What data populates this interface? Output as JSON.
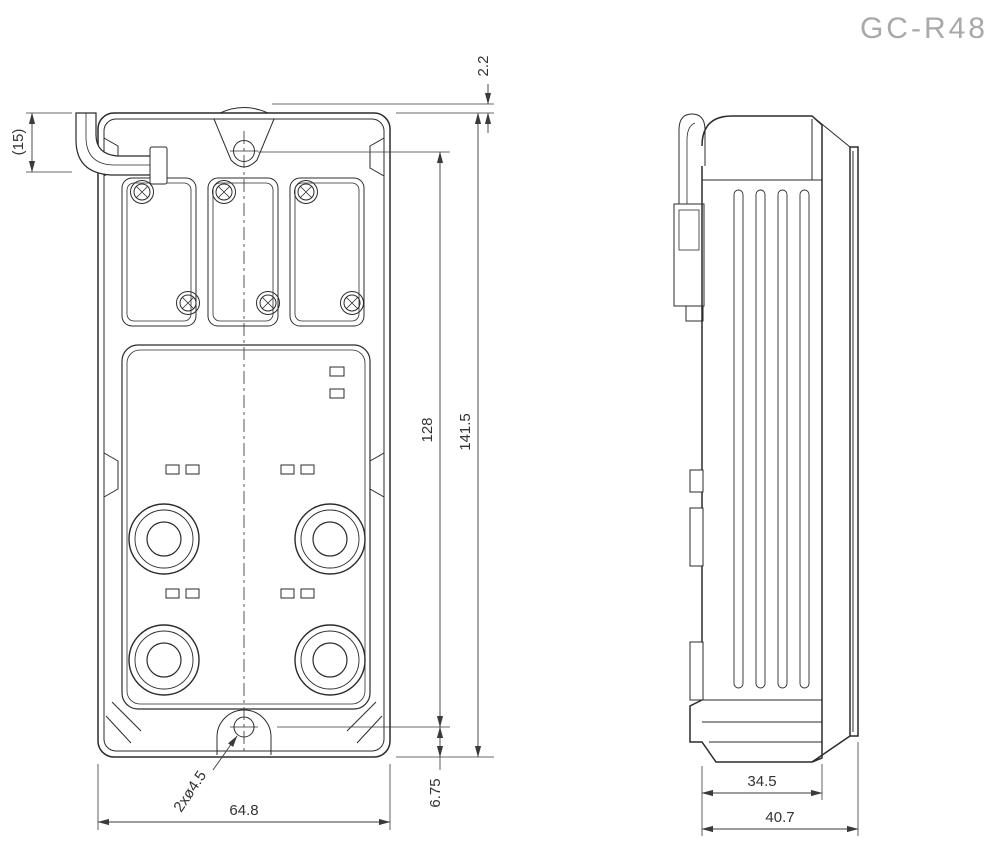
{
  "title": "GC-R48",
  "front_view": {
    "dims": {
      "cable_stub": "(15)",
      "tab_offset": "2.2",
      "hole_pitch": "128",
      "overall_height": "141.5",
      "hole_to_bottom": "6.75",
      "overall_width": "64.8",
      "mount_holes": "2xø4.5"
    }
  },
  "side_view": {
    "dims": {
      "body_depth": "34.5",
      "overall_depth": "40.7"
    }
  }
}
